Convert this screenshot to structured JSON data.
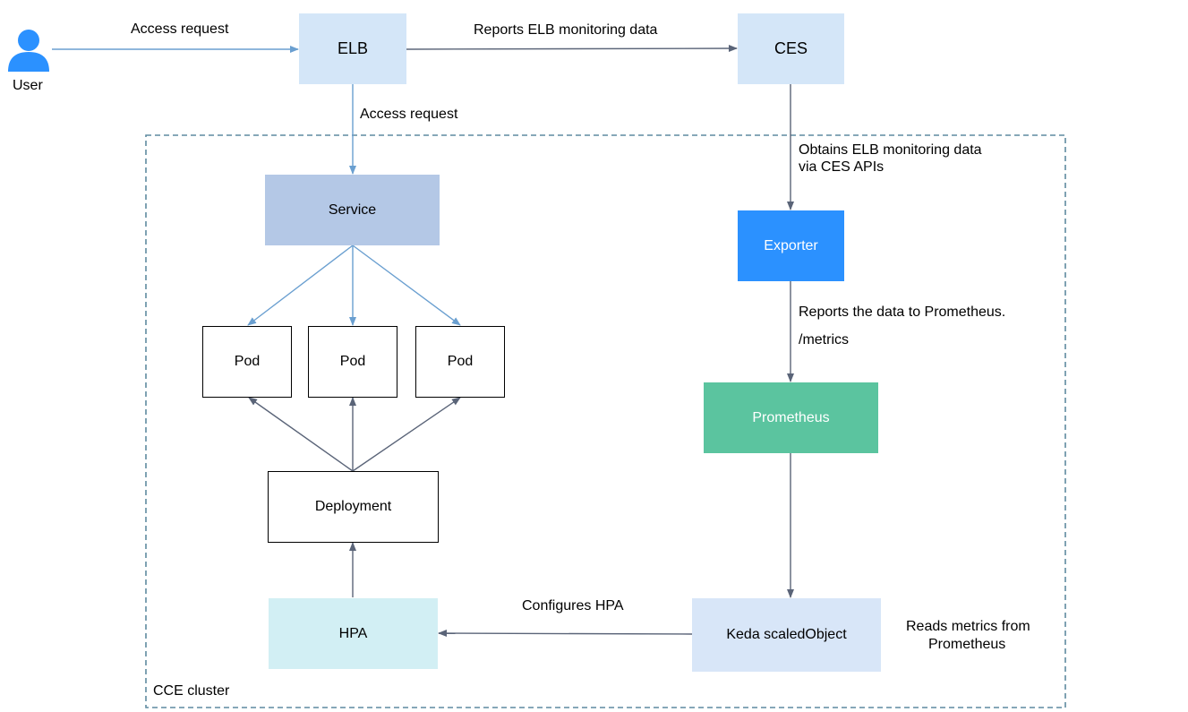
{
  "nodes": {
    "user": "User",
    "elb": "ELB",
    "ces": "CES",
    "service": "Service",
    "pod1": "Pod",
    "pod2": "Pod",
    "pod3": "Pod",
    "deployment": "Deployment",
    "hpa": "HPA",
    "exporter": "Exporter",
    "prometheus": "Prometheus",
    "keda": "Keda scaledObject"
  },
  "edges": {
    "user_to_elb": "Access request",
    "elb_to_ces": "Reports ELB monitoring data",
    "elb_to_service": "Access request",
    "ces_to_exporter_line1": "Obtains ELB monitoring data",
    "ces_to_exporter_line2": "via CES APIs",
    "exporter_to_prometheus": "Reports the data to Prometheus.",
    "exporter_path": "/metrics",
    "keda_to_hpa": "Configures HPA",
    "keda_note_line1": "Reads metrics from",
    "keda_note_line2": "Prometheus"
  },
  "cluster_label": "CCE cluster",
  "colors": {
    "elb": "#d4e6f8",
    "ces": "#d4e6f8",
    "service": "#b4c8e6",
    "exporter": "#2b91ff",
    "prometheus": "#5bc49f",
    "hpa": "#d2eff4",
    "keda": "#d8e6f8",
    "user_icon": "#2b91ff",
    "blue_arrow": "#6a9fd0",
    "dark_arrow": "#5a6478",
    "cluster_border": "#5f8aa0"
  }
}
